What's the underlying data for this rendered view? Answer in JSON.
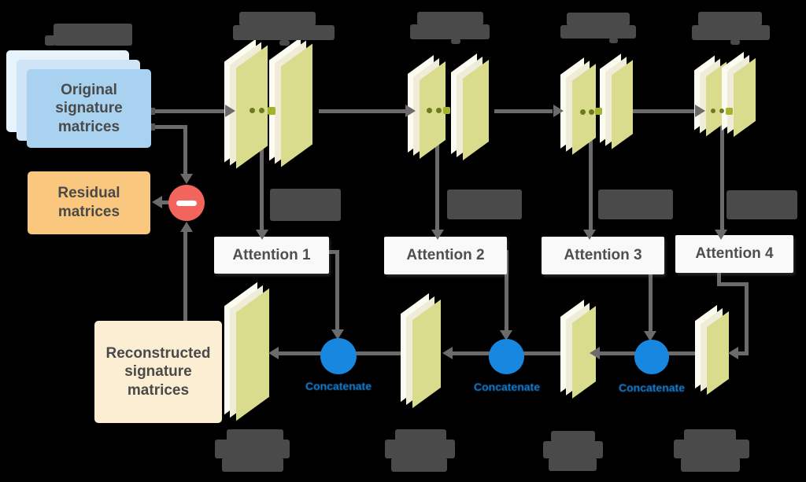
{
  "figure": "signature-matrix encoder–attention–decoder architecture",
  "cards": {
    "original": "Original signature matrices",
    "residual": "Residual matrices",
    "reconstructed": "Reconstructed signature matrices"
  },
  "attention": {
    "a1": "Attention 1",
    "a2": "Attention 2",
    "a3": "Attention 3",
    "a4": "Attention 4"
  },
  "concatenate": {
    "c1": "Concatenate",
    "c2": "Concatenate",
    "c3": "Concatenate"
  },
  "icons": {
    "minus": "minus-icon"
  },
  "colors": {
    "background": "#000000",
    "panel_front": "#d9dc8c",
    "panel_side": "#efecd7",
    "panel_back": "#fcfbf2",
    "line_gray": "#6b6b6b",
    "masked_label": "#4a4a4a",
    "accent_blue": "#1787e0",
    "accent_red": "#f2655c",
    "card_blue": "#a9d2f0",
    "card_orange": "#f9c87e",
    "card_cream": "#fbeed3",
    "attention_bg": "#f9f9f9",
    "text_dark": "#4a4a4a",
    "olive_dot": "#6e7b1c",
    "olive_node": "#a3b32c"
  }
}
